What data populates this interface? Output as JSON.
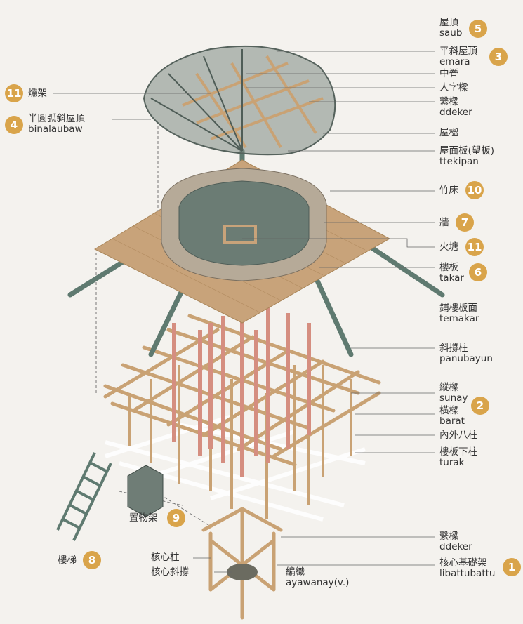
{
  "labels": {
    "saub_zh": "屋頂",
    "saub_rom": "saub",
    "emara_zh": "平斜屋頂",
    "emara_rom": "emara",
    "ridge_zh": "中脊",
    "truss_zh": "人字樑",
    "ddeker_top_zh": "繫樑",
    "ddeker_top_rom": "ddeker",
    "eave_zh": "屋楹",
    "ttekipan_zh": "屋面板(望板)",
    "ttekipan_rom": "ttekipan",
    "bamboo_zh": "竹床",
    "wall_zh": "牆",
    "hearth_zh": "火塘",
    "takar_zh": "樓板",
    "takar_rom": "takar",
    "temakar_zh": "鋪樓板面",
    "temakar_rom": "temakar",
    "panubayun_zh": "斜撐柱",
    "panubayun_rom": "panubayun",
    "sunay_zh": "縱樑",
    "sunay_rom": "sunay",
    "barat_zh": "橫樑",
    "barat_rom": "barat",
    "inner_zh": "內外八柱",
    "turak_zh": "樓板下柱",
    "turak_rom": "turak",
    "ddeker_bot_zh": "繫樑",
    "ddeker_bot_rom": "ddeker",
    "libattu_zh": "核心基礎架",
    "libattu_rom": "libattubattu",
    "smoke_zh": "燻架",
    "binala_zh": "半圓弧斜屋頂",
    "binala_rom": "binalaubaw",
    "storage_zh": "置物架",
    "ladder_zh": "樓梯",
    "corecol_zh": "核心柱",
    "corebrace_zh": "核心斜撐",
    "weave_zh": "編織",
    "weave_rom": "ayawanay(v.)"
  },
  "badges": {
    "b5": "5",
    "b3": "3",
    "b10": "10",
    "b7": "7",
    "b11a": "11",
    "b6": "6",
    "b2": "2",
    "b1": "1",
    "b11b": "11",
    "b4": "4",
    "b9": "9",
    "b8": "8"
  },
  "colors": {
    "badge": "#d9a44a",
    "wood": "#c9a274",
    "roof": "#5f6e68",
    "pillar": "#d58e80",
    "deck": "#c8a37a"
  }
}
